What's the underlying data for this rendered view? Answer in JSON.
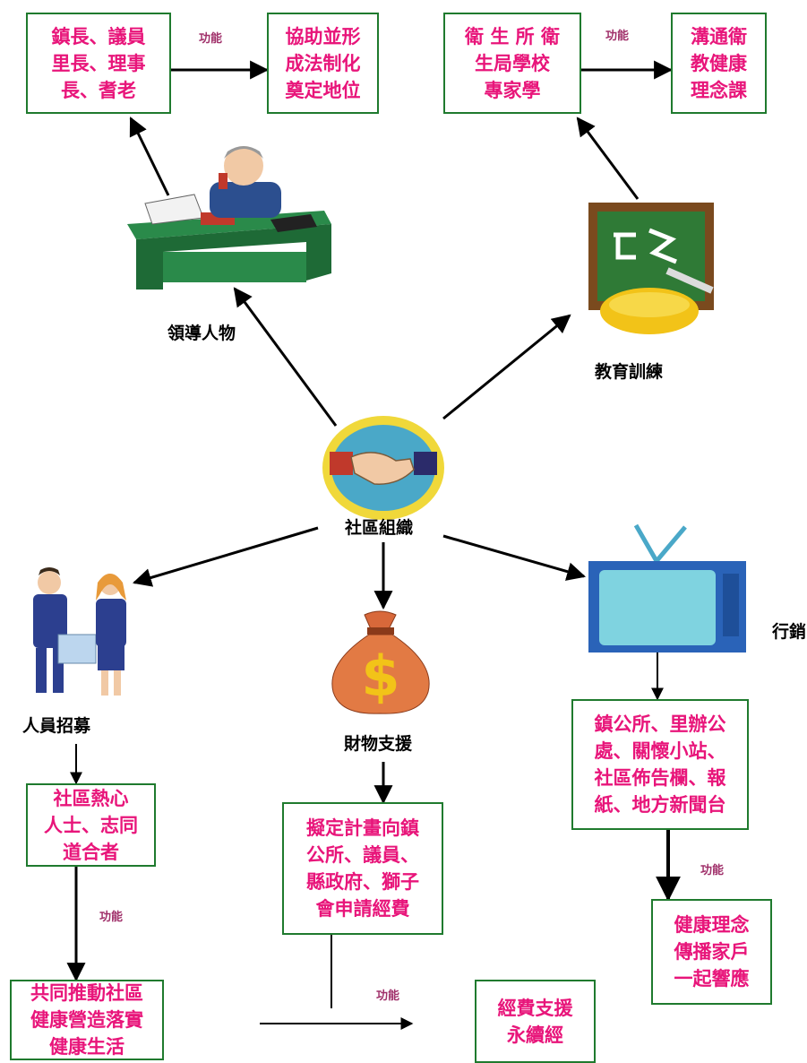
{
  "center": {
    "label": "社區組織"
  },
  "leader": {
    "label": "領導人物",
    "function_label": "功能",
    "box1": "鎮長、議員\n里長、理事\n長、耆老",
    "box2": "協助並形\n成法制化\n奠定地位"
  },
  "education": {
    "label": "教育訓練",
    "function_label": "功能",
    "box1": "衛 生 所 衛\n生局學校\n專家學",
    "box2": "溝通衛\n教健康\n理念課"
  },
  "recruit": {
    "label": "人員招募",
    "function_label": "功能",
    "box1": "社區熱心\n人士、志同\n道合者",
    "box2": "共同推動社區\n健康營造落實\n健康生活"
  },
  "finance": {
    "label": "財物支援",
    "function_label": "功能",
    "box1": "擬定計畫向鎮\n公所、議員、\n縣政府、獅子\n會申請經費",
    "box2": "經費支援\n永續經"
  },
  "marketing": {
    "label": "行銷",
    "function_label": "功能",
    "box1": "鎮公所、里辦公\n處、關懷小站、\n社區佈告欄、報\n紙、地方新聞台",
    "box2": "健康理念\n傳播家戶\n一起響應"
  },
  "icons": {
    "center": "handshake-icon",
    "leader": "businessman-at-desk-icon",
    "education": "chalkboard-icon",
    "recruit": "people-meeting-icon",
    "finance": "money-bag-icon",
    "marketing": "television-icon"
  },
  "colors": {
    "box_border": "#1f7a2e",
    "box_text": "#e8157a",
    "function_text": "#a0306a"
  }
}
